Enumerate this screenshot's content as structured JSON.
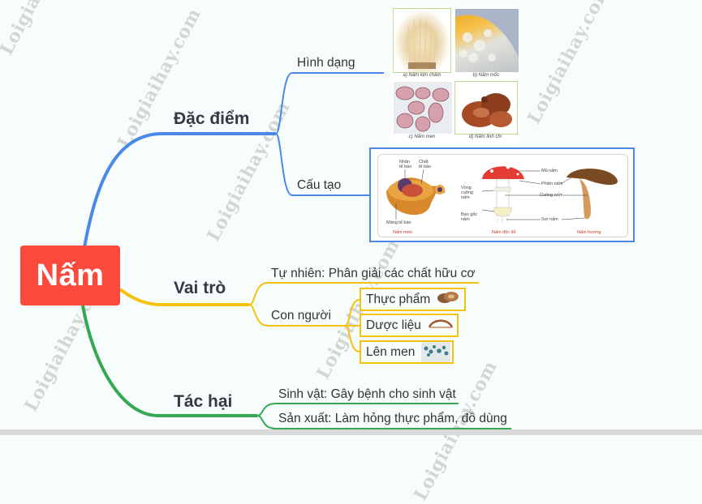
{
  "mindmap": {
    "root": {
      "label": "Nấm",
      "color": "#fb4a3c"
    },
    "branches": [
      {
        "label": "Đặc điểm",
        "color": "#4a89e8",
        "children": [
          {
            "label": "Hình dạng",
            "figure": {
              "type": "photo-grid",
              "captions": [
                "a) Nấm kim châm",
                "b) Nấm mốc",
                "c) Nấm men",
                "d) Nấm linh chi"
              ]
            }
          },
          {
            "label": "Cấu tạo",
            "figure": {
              "type": "structure-diagram",
              "yeast_labels": [
                "Nhân tế bào",
                "Chất tế bào",
                "Màng tế bào"
              ],
              "amanita_labels": [
                "Vòng cuống nấm",
                "Bao gốc nấm",
                "Mũ nấm",
                "Phiến nấm",
                "Cuống nấm",
                "Sợi nấm"
              ],
              "captions": [
                "Nấm men",
                "Nấm độc đỏ",
                "Nấm hương"
              ]
            }
          }
        ]
      },
      {
        "label": "Vai trò",
        "color": "#f5c20d",
        "children": [
          {
            "label": "Tự nhiên: Phân giải các chất hữu cơ"
          },
          {
            "label": "Con người",
            "children": [
              {
                "label": "Thực phẩm",
                "icon": "shiitake-thumbnail"
              },
              {
                "label": "Dược liệu",
                "icon": "cordyceps-thumbnail"
              },
              {
                "label": "Lên men",
                "icon": "yeast-cells-thumbnail"
              }
            ]
          }
        ]
      },
      {
        "label": "Tác hại",
        "color": "#34a853",
        "children": [
          {
            "label": "Sinh vật: Gây bệnh cho sinh vật"
          },
          {
            "label": "Sản xuất: Làm hỏng thực phẩm, đồ dùng"
          }
        ]
      }
    ]
  },
  "watermark": "Loigiaihay.com"
}
